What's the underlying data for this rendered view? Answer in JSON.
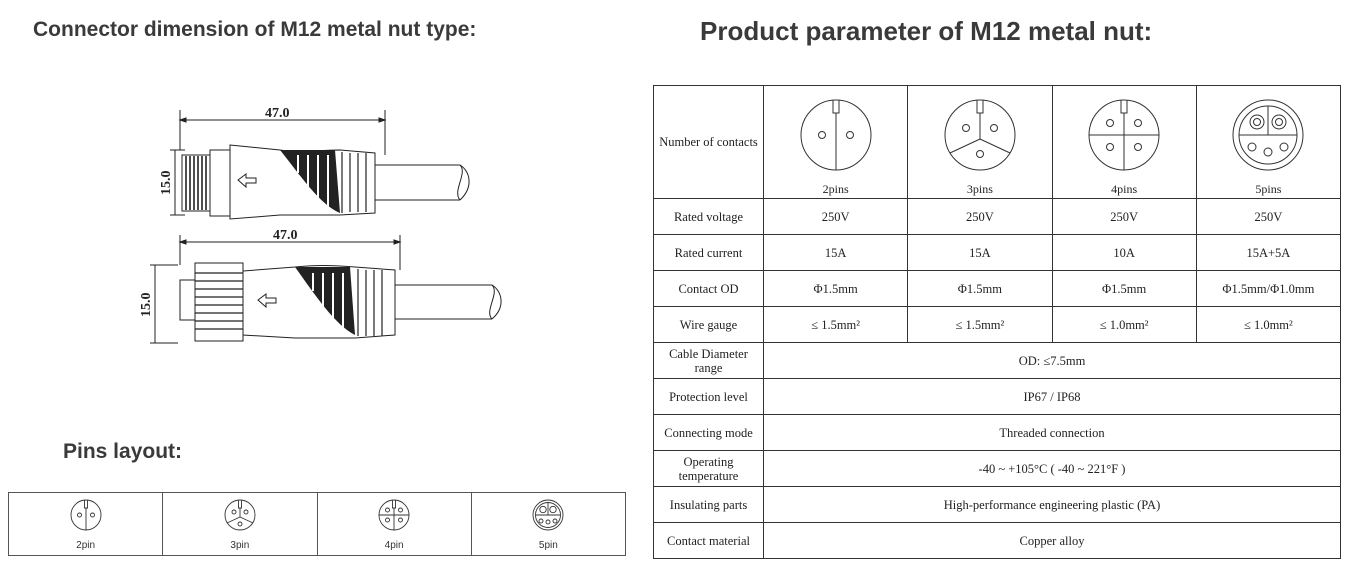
{
  "left_title": "Connector dimension of M12 metal nut type:",
  "right_title": "Product parameter of M12 metal nut:",
  "pins_title": "Pins layout:",
  "drawing": {
    "top_length": "47.0",
    "top_height": "15.0",
    "bottom_length": "47.0",
    "bottom_height": "15.0"
  },
  "pins_layout": [
    "2pin",
    "3pin",
    "4pin",
    "5pin"
  ],
  "table": {
    "number_of_contacts_label": "Number of contacts",
    "pin_names": [
      "2pins",
      "3pins",
      "4pins",
      "5pins"
    ],
    "rows": [
      {
        "label": "Rated voltage",
        "values": [
          "250V",
          "250V",
          "250V",
          "250V"
        ]
      },
      {
        "label": "Rated current",
        "values": [
          "15A",
          "15A",
          "10A",
          "15A+5A"
        ]
      },
      {
        "label": "Contact OD",
        "values": [
          "Φ1.5mm",
          "Φ1.5mm",
          "Φ1.5mm",
          "Φ1.5mm/Φ1.0mm"
        ]
      },
      {
        "label": "Wire gauge",
        "values": [
          "≤ 1.5mm²",
          "≤ 1.5mm²",
          "≤ 1.0mm²",
          "≤ 1.0mm²"
        ]
      }
    ],
    "span_rows": [
      {
        "label": "Cable Diameter range",
        "value": "OD: ≤7.5mm"
      },
      {
        "label": "Protection level",
        "value": "IP67 / IP68"
      },
      {
        "label": "Connecting mode",
        "value": "Threaded connection"
      },
      {
        "label": "Operating temperature",
        "value": "-40 ~ +105°C ( -40 ~ 221°F )"
      },
      {
        "label": "Insulating parts",
        "value": "High-performance engineering plastic (PA)"
      },
      {
        "label": "Contact material",
        "value": "Copper alloy"
      }
    ]
  }
}
